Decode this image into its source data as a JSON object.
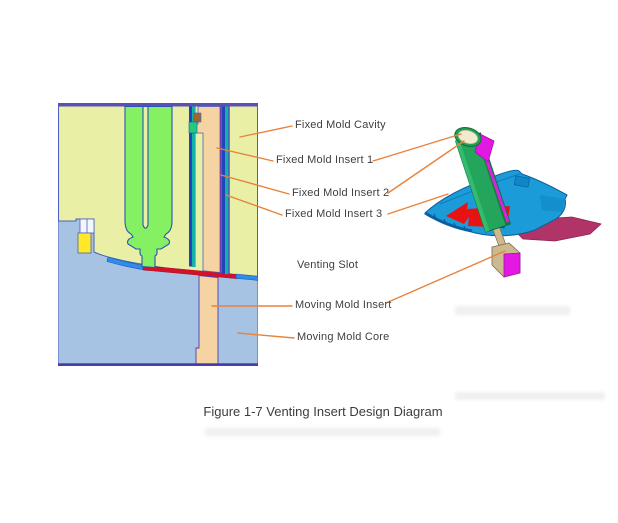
{
  "caption": "Figure 1-7 Venting Insert Design Diagram",
  "labels": {
    "fixed_mold_cavity": "Fixed Mold Cavity",
    "fixed_mold_insert_1": "Fixed Mold Insert 1",
    "fixed_mold_insert_2": "Fixed Mold Insert 2",
    "fixed_mold_insert_3": "Fixed Mold Insert 3",
    "venting_slot": "Venting Slot",
    "moving_mold_insert": "Moving Mold Insert",
    "moving_mold_core": "Moving Mold Core"
  },
  "colors": {
    "leader_line": "#e8823c",
    "label_text": "#3f3f3f",
    "fixed_mold_cavity_fill": "#e9f0a6",
    "green_insert_fill": "#85f162",
    "peach_insert_fill": "#f6d3a2",
    "moving_core_fill": "#a6c3e3",
    "venting_slot_red": "#d6102a",
    "teal_strip": "#12b2a8",
    "dark_blue_strip": "#2244bb",
    "outline_blue": "#2a52b8",
    "yellow_block": "#ffe82a",
    "shell_blue_3d": "#1b9bd8",
    "cylinder_green_3d": "#23a55c",
    "magenta_3d": "#e318e3",
    "crimson_blade_3d": "#b13468",
    "tan_rod_3d": "#cdb98f",
    "arrow_red_3d": "#e81212"
  }
}
